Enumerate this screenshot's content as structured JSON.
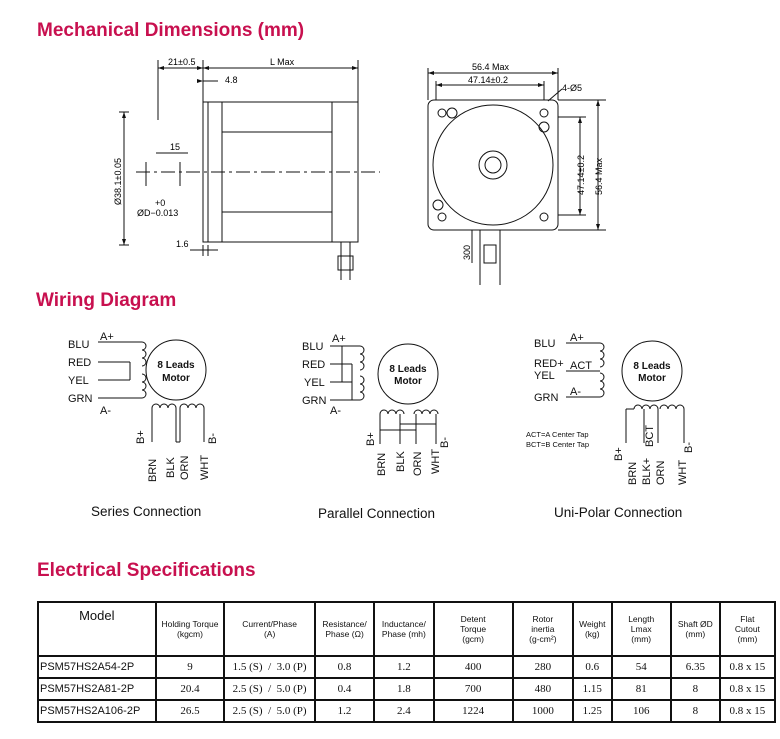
{
  "titles": {
    "mechanical": "Mechanical Dimensions (mm)",
    "wiring": "Wiring Diagram",
    "electrical": "Electrical Specifications"
  },
  "mech_side": {
    "dim_flange": "21±0.5",
    "dim_length": "L Max",
    "dim_boss": "4.8",
    "dim_pilot": "Ø38.1±0.05",
    "dim_shaft_len": "15",
    "tol_plus": "+0",
    "tol_minus": "ØD−0.013",
    "dim_flange_thk": "1.6"
  },
  "mech_front": {
    "dim_width": "56.4 Max",
    "dim_hole_spacing": "47.14±0.2",
    "dim_holes": "4-Ø5",
    "dim_vspacing": "47.14±0.2",
    "dim_vwidth": "56.4 Max",
    "dim_lead": "300"
  },
  "wiring": {
    "motor_label_1": "8 Leads",
    "motor_label_2": "Motor",
    "series": {
      "caption": "Series Connection",
      "left_wires": [
        "BLU",
        "RED",
        "YEL",
        "GRN"
      ],
      "a_plus": "A+",
      "a_minus": "A-",
      "bottom_wires": [
        "BRN",
        "BLK",
        "ORN",
        "WHT"
      ],
      "b_plus": "B+",
      "b_minus": "B-"
    },
    "parallel": {
      "caption": "Parallel Connection",
      "left_wires": [
        "BLU",
        "RED",
        "YEL",
        "GRN"
      ],
      "a_plus": "A+",
      "a_minus": "A-",
      "bottom_wires": [
        "BRN",
        "BLK",
        "ORN",
        "WHT"
      ],
      "b_plus": "B+",
      "b_minus": "B-"
    },
    "unipolar": {
      "caption": "Uni-Polar Connection",
      "left_wires": [
        "BLU",
        "RED+",
        "YEL",
        "GRN"
      ],
      "a_plus": "A+",
      "act": "ACT",
      "a_minus": "A-",
      "bottom_wires": [
        "BRN",
        "BLK+",
        "ORN",
        "WHT"
      ],
      "bct": "BCT",
      "b_plus": "B+",
      "b_minus": "B-",
      "note_1": "ACT=A Center Tap",
      "note_2": "BCT=B Center Tap"
    }
  },
  "table": {
    "headers": {
      "model": "Model",
      "torque_1": "Holding Torque",
      "torque_2": "(kgcm)",
      "current_1": "Current/Phase",
      "current_2": "(A)",
      "resistance_1": "Resistance/",
      "resistance_2": "Phase (Ω)",
      "inductance_1": "Inductance/",
      "inductance_2": "Phase (mh)",
      "detent_1": "Detent",
      "detent_2": "Torque",
      "detent_3": "(gcm)",
      "inertia_1": "Rotor",
      "inertia_2": "inertia",
      "inertia_3": "(g-cm²)",
      "weight_1": "Weight",
      "weight_2": "(kg)",
      "length_1": "Length",
      "length_2": "Lmax",
      "length_3": "(mm)",
      "shaft_1": "Shaft ØD",
      "shaft_2": "(mm)",
      "flat_1": "Flat",
      "flat_2": "Cutout",
      "flat_3": "(mm)"
    },
    "rows": [
      {
        "model": "PSM57HS2A54-2P",
        "torque": "9",
        "current": "1.5 (S)  /  3.0 (P)",
        "resistance": "0.8",
        "inductance": "1.2",
        "detent": "400",
        "inertia": "280",
        "weight": "0.6",
        "length": "54",
        "shaft": "6.35",
        "flat": "0.8 x 15"
      },
      {
        "model": "PSM57HS2A81-2P",
        "torque": "20.4",
        "current": "2.5 (S)  /  5.0 (P)",
        "resistance": "0.4",
        "inductance": "1.8",
        "detent": "700",
        "inertia": "480",
        "weight": "1.15",
        "length": "81",
        "shaft": "8",
        "flat": "0.8 x 15"
      },
      {
        "model": "PSM57HS2A106-2P",
        "torque": "26.5",
        "current": "2.5 (S)  /  5.0 (P)",
        "resistance": "1.2",
        "inductance": "2.4",
        "detent": "1224",
        "inertia": "1000",
        "weight": "1.25",
        "length": "106",
        "shaft": "8",
        "flat": "0.8 x 15"
      }
    ]
  }
}
